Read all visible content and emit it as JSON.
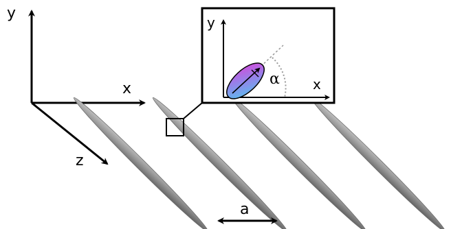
{
  "axes": {
    "y": "y",
    "x": "x",
    "z": "z"
  },
  "inset": {
    "y": "y",
    "x": "x",
    "angle": "α"
  },
  "spacing_label": "a",
  "colors": {
    "rod_light": "#c8c8c8",
    "rod_mid": "#8c8c8c",
    "rod_dark": "#4a4a4a",
    "ellipse_magenta": "#d040e0",
    "ellipse_blue": "#50c8f0"
  }
}
